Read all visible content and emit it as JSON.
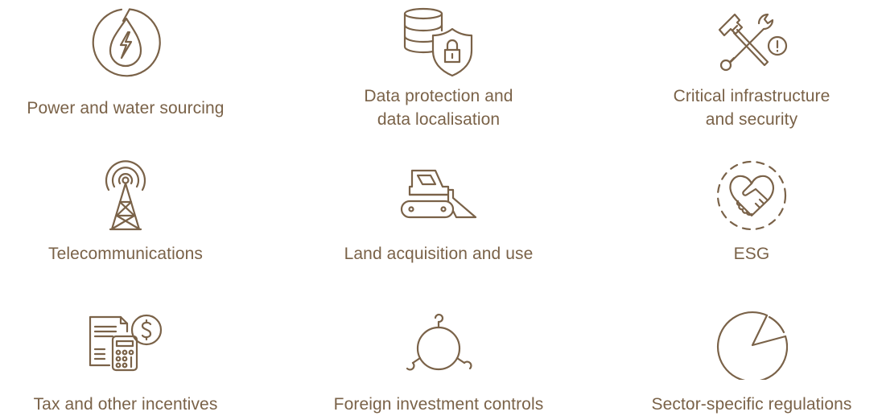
{
  "theme": {
    "accent": "#7a6248",
    "background": "#ffffff"
  },
  "items": [
    {
      "icon": "power-water-icon",
      "label_lines": [
        "Power and water sourcing"
      ]
    },
    {
      "icon": "data-protection-icon",
      "label_lines": [
        "Data protection and",
        "data localisation"
      ]
    },
    {
      "icon": "critical-infrastructure-icon",
      "label_lines": [
        "Critical infrastructure",
        "and security"
      ]
    },
    {
      "icon": "telecom-tower-icon",
      "label_lines": [
        "Telecommunications"
      ]
    },
    {
      "icon": "bulldozer-icon",
      "label_lines": [
        "Land acquisition and use"
      ]
    },
    {
      "icon": "esg-handshake-heart-icon",
      "label_lines": [
        "ESG"
      ]
    },
    {
      "icon": "tax-calculator-icon",
      "label_lines": [
        "Tax and other incentives"
      ]
    },
    {
      "icon": "foreign-investment-icon",
      "label_lines": [
        "Foreign investment controls"
      ]
    },
    {
      "icon": "pie-chart-icon",
      "label_lines": [
        "Sector-specific regulations"
      ]
    }
  ]
}
